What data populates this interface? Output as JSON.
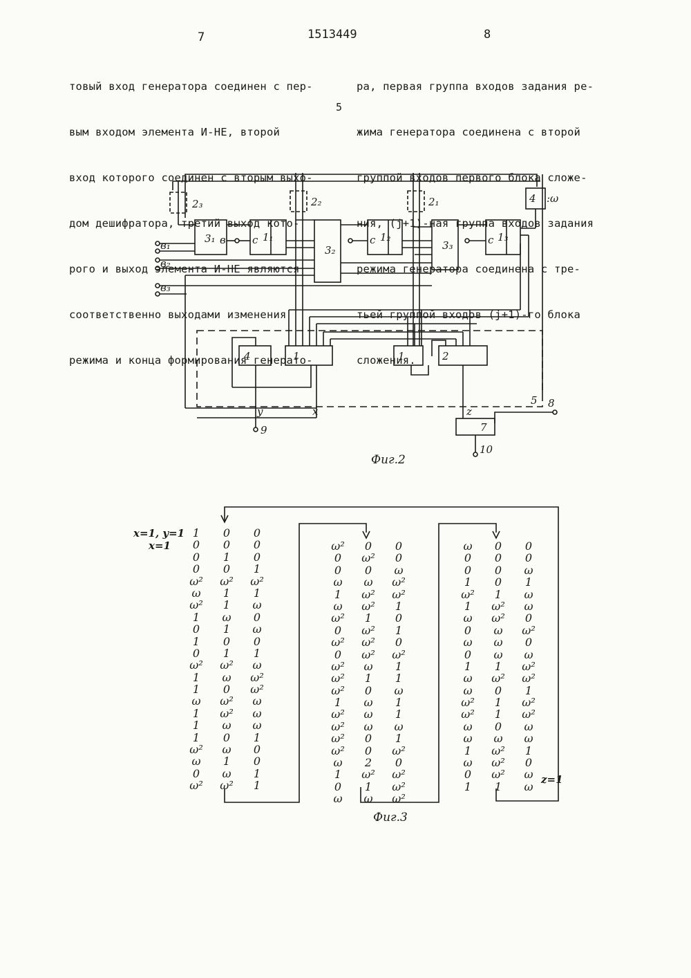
{
  "header": {
    "page_left": "7",
    "patent_number": "1513449",
    "page_right": "8"
  },
  "text_left": [
    "товый вход генератора соединен с пер-",
    "вым входом элемента И-НЕ, второй",
    "вход которого соединен с вторым выхо-",
    "дом дешифратора, третий выход кото-",
    "рого и выход элемента И-НЕ являются",
    "соответственно выходами изменения",
    "режима и конца формирования генерато-"
  ],
  "text_right": [
    "ра, первая группа входов задания ре-",
    "жима генератора соединена с второй",
    "группой входов первого блока сложе-",
    "ния, (j+1)-ная группа входов задания",
    "режима генератора соединена с тре-",
    "тьей группой входов (j+1)-го блока",
    "сложения."
  ],
  "line_number": "5",
  "fig2": {
    "caption": "Фиг.2",
    "labels": {
      "z3": "2₃",
      "z2": "2₂",
      "z1": "2₁",
      "b3_1": "3₁",
      "b3_2": "3₂",
      "b3_3": "3₃",
      "b1_1": "1₁",
      "b1_2": "1₂",
      "b1_3": "1₃",
      "c": "c",
      "in_b": "в",
      "four_w": "4",
      "w_label": ":ω",
      "in_b1": "в₁",
      "in_b2": "в₂",
      "in_b3": "в₃",
      "blk4": "4",
      "blk1a": "1",
      "blk1b": "1",
      "blk2": "2",
      "y": "y",
      "x": "x",
      "z": "z",
      "n5": "5",
      "n8": "8",
      "blk7": "7",
      "n9": "9",
      "n10": "10"
    }
  },
  "fig3": {
    "caption": "Фиг.3",
    "label_xy": "x=1, y=1",
    "label_x": "x=1",
    "label_z": "z=1",
    "col1": [
      [
        "1",
        "0",
        "0"
      ],
      [
        "0",
        "0",
        "0"
      ],
      [
        "0",
        "1",
        "0"
      ],
      [
        "0",
        "0",
        "1"
      ],
      [
        "ω²",
        "ω²",
        "ω²"
      ],
      [
        "ω",
        "1",
        "1"
      ],
      [
        "ω²",
        "1",
        "ω"
      ],
      [
        "1",
        "ω",
        "0"
      ],
      [
        "0",
        "1",
        "ω"
      ],
      [
        "1",
        "0",
        "0"
      ],
      [
        "0",
        "1",
        "1"
      ],
      [
        "ω²",
        "ω²",
        "ω"
      ],
      [
        "1",
        "ω",
        "ω²"
      ],
      [
        "1",
        "0",
        "ω²"
      ],
      [
        "ω",
        "ω²",
        "ω"
      ],
      [
        "1",
        "ω²",
        "ω"
      ],
      [
        "1",
        "ω",
        "ω"
      ],
      [
        "1",
        "0",
        "1"
      ],
      [
        "ω²",
        "ω",
        "0"
      ],
      [
        "ω",
        "1",
        "0"
      ],
      [
        "0",
        "ω",
        "1"
      ],
      [
        "ω²",
        "ω²",
        "1"
      ]
    ],
    "col2": [
      [
        "ω²",
        "0",
        "0"
      ],
      [
        "0",
        "ω²",
        "0"
      ],
      [
        "0",
        "0",
        "ω"
      ],
      [
        "ω",
        "ω",
        "ω²"
      ],
      [
        "1",
        "ω²",
        "ω²"
      ],
      [
        "ω",
        "ω²",
        "1"
      ],
      [
        "ω²",
        "1",
        "0"
      ],
      [
        "0",
        "ω²",
        "1"
      ],
      [
        "ω²",
        "ω²",
        "0"
      ],
      [
        "0",
        "ω²",
        "ω²"
      ],
      [
        "ω²",
        "ω",
        "1"
      ],
      [
        "ω²",
        "1",
        "1"
      ],
      [
        "ω²",
        "0",
        "ω"
      ],
      [
        "1",
        "ω",
        "1"
      ],
      [
        "ω²",
        "ω",
        "1"
      ],
      [
        "ω²",
        "ω",
        "ω"
      ],
      [
        "ω²",
        "0",
        "1"
      ],
      [
        "ω²",
        "0",
        "ω²"
      ],
      [
        "ω",
        "2",
        "0"
      ],
      [
        "1",
        "ω²",
        "ω²"
      ],
      [
        "0",
        "1",
        "ω²"
      ],
      [
        "ω",
        "ω",
        "ω²"
      ]
    ],
    "col3": [
      [
        "ω",
        "0",
        "0"
      ],
      [
        "0",
        "0",
        "0"
      ],
      [
        "0",
        "0",
        "ω"
      ],
      [
        "1",
        "0",
        "1"
      ],
      [
        "ω²",
        "1",
        "ω"
      ],
      [
        "1",
        "ω²",
        "ω"
      ],
      [
        "ω",
        "ω²",
        "0"
      ],
      [
        "0",
        "ω",
        "ω²"
      ],
      [
        "ω",
        "ω",
        "0"
      ],
      [
        "0",
        "ω",
        "ω"
      ],
      [
        "1",
        "1",
        "ω²"
      ],
      [
        "ω",
        "ω²",
        "ω²"
      ],
      [
        "ω",
        "0",
        "1"
      ],
      [
        "ω²",
        "1",
        "ω²"
      ],
      [
        "ω²",
        "1",
        "ω²"
      ],
      [
        "ω",
        "0",
        "ω"
      ],
      [
        "ω",
        "ω",
        "ω"
      ],
      [
        "1",
        "ω²",
        "1"
      ],
      [
        "ω",
        "ω²",
        "0"
      ],
      [
        "0",
        "ω²",
        "ω"
      ],
      [
        "1",
        "1",
        "ω"
      ]
    ]
  }
}
